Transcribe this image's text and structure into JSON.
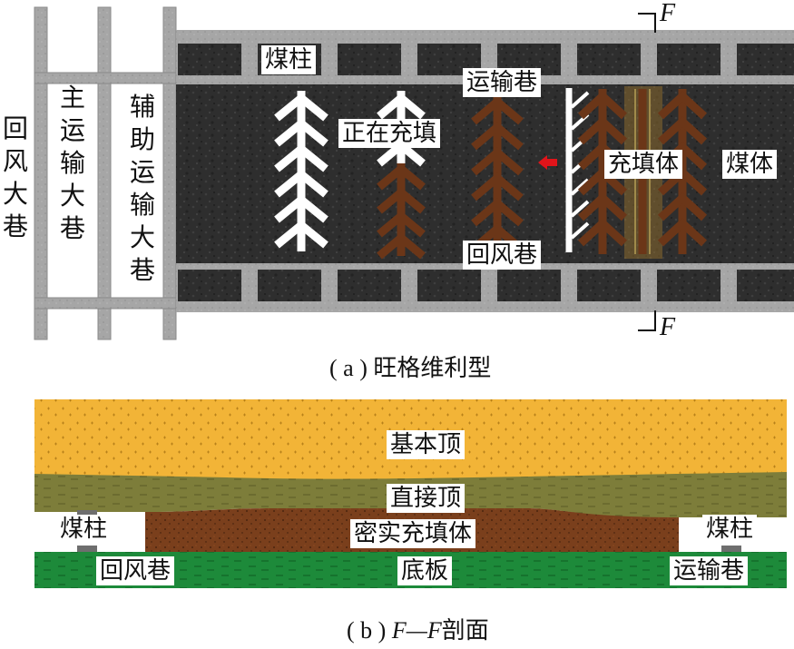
{
  "plan": {
    "roadways": {
      "return_main": "回风大巷",
      "main_haulage": "主运输大巷",
      "aux_haulage": "辅助运输大巷"
    },
    "labels": {
      "coal_pillar": "煤柱",
      "haulage_gate": "运输巷",
      "filling_now": "正在充填",
      "backfill_body": "充填体",
      "coal_body": "煤体",
      "return_gate": "回风巷"
    },
    "section_mark": "F",
    "caption": "( a ) 旺格维利型"
  },
  "section": {
    "layers": {
      "main_roof": "基本顶",
      "immediate_roof": "直接顶",
      "dense_backfill": "密实充填体",
      "floor": "底板"
    },
    "pillar_left": "煤柱",
    "pillar_right": "煤柱",
    "return_gate": "回风巷",
    "haulage_gate": "运输巷",
    "caption_prefix": "( b ) ",
    "caption_section": "F—F",
    "caption_suffix": "剖面"
  },
  "colors": {
    "roadway_gray": "#a9a9a9",
    "coal_dark": "#2b2b2b",
    "backfill_brown": "#6b3618",
    "main_roof_yellow": "#f2b437",
    "immediate_roof_olive": "#7d7d3a",
    "floor_green": "#1d8a3a",
    "arrow_red": "#e0141a"
  }
}
